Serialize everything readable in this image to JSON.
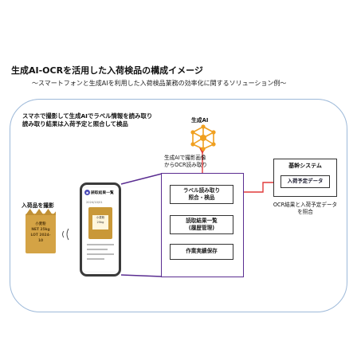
{
  "header": {
    "title": "生成AI-OCRを活用した入荷検品の構成イメージ",
    "subtitle": "〜スマートフォンと生成AIを利用した入荷検品業務の効率化に関するソリューション例〜"
  },
  "description": {
    "line1": "スマホで撮影して生成AIでラベル情報を読み取り",
    "line2": "読み取り結果は入荷予定と照合して検品"
  },
  "ai": {
    "label": "生成AI"
  },
  "ocr_note": {
    "line1": "生成AIで撮影画像",
    "line2": "からOCR読み取り"
  },
  "goods": {
    "label": "入荷品を撮影",
    "bag_line1": "小麦粉",
    "bag_line2": "NET 25kg",
    "bag_line3": "LOT 2024-10"
  },
  "phone": {
    "header": "読取結果一覧",
    "icon": "camera-icon",
    "date": "2024/10/01",
    "bag_text1": "小麦粉",
    "bag_text2": "25kg"
  },
  "process": {
    "box1_line1": "ラベル読み取り",
    "box1_line2": "照合・検品",
    "box2_line1": "読取結果一覧",
    "box2_line2": "(履歴管理)",
    "box3": "作業実績保存"
  },
  "core_system": {
    "title": "基幹システム",
    "data_label": "入荷予定データ"
  },
  "compare_note": {
    "line1": "OCR結果と入荷予定データ",
    "line2": "を照合"
  },
  "colors": {
    "accent": "#5a2d91",
    "arrow": "#e03a3a",
    "frame": "#9db9d9",
    "ai_icon": "#f0a020"
  }
}
